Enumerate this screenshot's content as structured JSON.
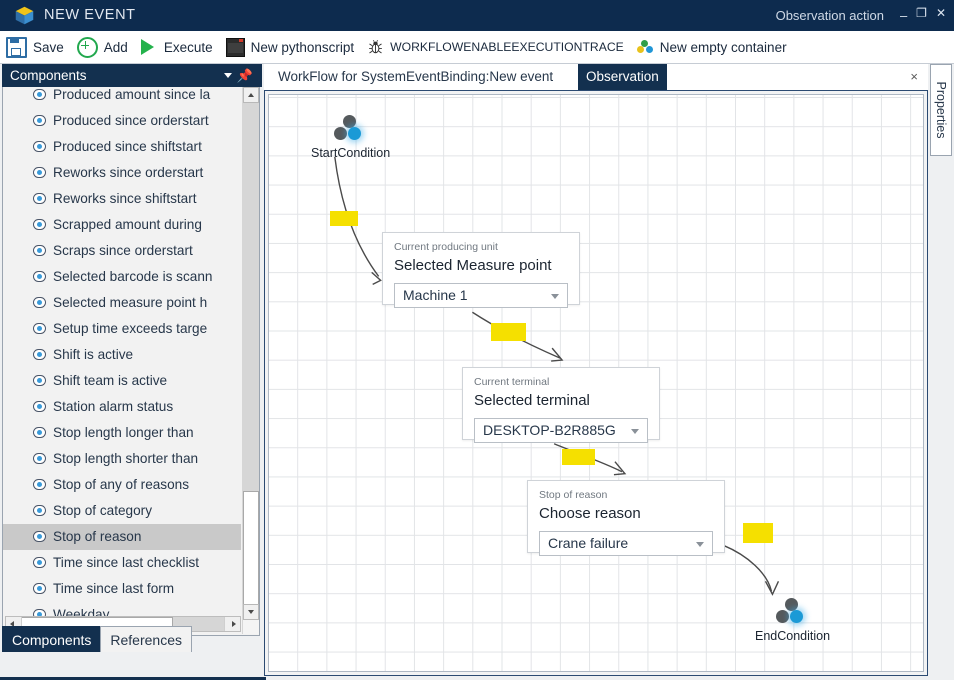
{
  "titlebar": {
    "app_title": "NEW EVENT",
    "subtitle": "Observation action",
    "logo_icon": "cube-logo-icon",
    "minimize": "–",
    "maximize": "❐",
    "close": "✕"
  },
  "toolbar": {
    "items": [
      {
        "label": "Save",
        "icon": "save-icon"
      },
      {
        "label": "Add",
        "icon": "plus-circle-icon"
      },
      {
        "label": "Execute",
        "icon": "play-icon"
      },
      {
        "label": "New pythonscript",
        "icon": "monitor-icon"
      },
      {
        "label": "WORKFLOWENABLEEXECUTIONTRACE",
        "icon": "bug-icon"
      },
      {
        "label": "New empty container",
        "icon": "three-dots-icon"
      }
    ]
  },
  "sidebar": {
    "header": {
      "title": "Components",
      "caret_icon": "chevron-down-icon",
      "pin_icon": "pin-icon"
    },
    "items": [
      {
        "label": "Produced amount since la",
        "selected": false
      },
      {
        "label": "Produced since orderstart",
        "selected": false
      },
      {
        "label": "Produced since shiftstart",
        "selected": false
      },
      {
        "label": "Reworks since orderstart",
        "selected": false
      },
      {
        "label": "Reworks since shiftstart",
        "selected": false
      },
      {
        "label": "Scrapped amount during",
        "selected": false
      },
      {
        "label": "Scraps since orderstart",
        "selected": false
      },
      {
        "label": "Selected barcode is scann",
        "selected": false
      },
      {
        "label": "Selected measure point h",
        "selected": false
      },
      {
        "label": "Setup time exceeds targe",
        "selected": false
      },
      {
        "label": "Shift is active",
        "selected": false
      },
      {
        "label": "Shift team is active",
        "selected": false
      },
      {
        "label": "Station alarm status",
        "selected": false
      },
      {
        "label": "Stop length longer than",
        "selected": false
      },
      {
        "label": "Stop length shorter than",
        "selected": false
      },
      {
        "label": "Stop of any of reasons",
        "selected": false
      },
      {
        "label": "Stop of category",
        "selected": false
      },
      {
        "label": "Stop of reason",
        "selected": true
      },
      {
        "label": "Time since last checklist",
        "selected": false
      },
      {
        "label": "Time since last form",
        "selected": false
      },
      {
        "label": "Weekday",
        "selected": false
      }
    ],
    "tabs": [
      {
        "label": "Components",
        "active": true
      },
      {
        "label": "References",
        "active": false
      }
    ]
  },
  "document": {
    "tabs": [
      {
        "label": "WorkFlow for SystemEventBinding:New event",
        "active": false
      },
      {
        "label": "Observation",
        "active": true
      }
    ],
    "close_label": "×"
  },
  "workflow": {
    "start_node": {
      "label": "StartCondition",
      "icon": "workflow-node-icon"
    },
    "end_node": {
      "label": "EndCondition",
      "icon": "workflow-node-icon"
    },
    "cards": [
      {
        "caption": "Current producing unit",
        "title": "Selected Measure point",
        "value": "Machine 1",
        "dropdown_icon": "chevron-down-icon"
      },
      {
        "caption": "Current terminal",
        "title": "Selected terminal",
        "value": "DESKTOP-B2R885G",
        "dropdown_icon": "chevron-down-icon"
      },
      {
        "caption": "Stop of reason",
        "title": "Choose reason",
        "value": "Crane failure",
        "dropdown_icon": "chevron-down-icon"
      }
    ]
  },
  "properties_panel": {
    "label": "Properties"
  },
  "colors": {
    "brand_dark": "#13304f",
    "titlebar": "#0d2b4e",
    "accent_blue": "#1b9ad6",
    "marker_yellow": "#f5e000",
    "selection_gray": "#c9c9c9"
  }
}
